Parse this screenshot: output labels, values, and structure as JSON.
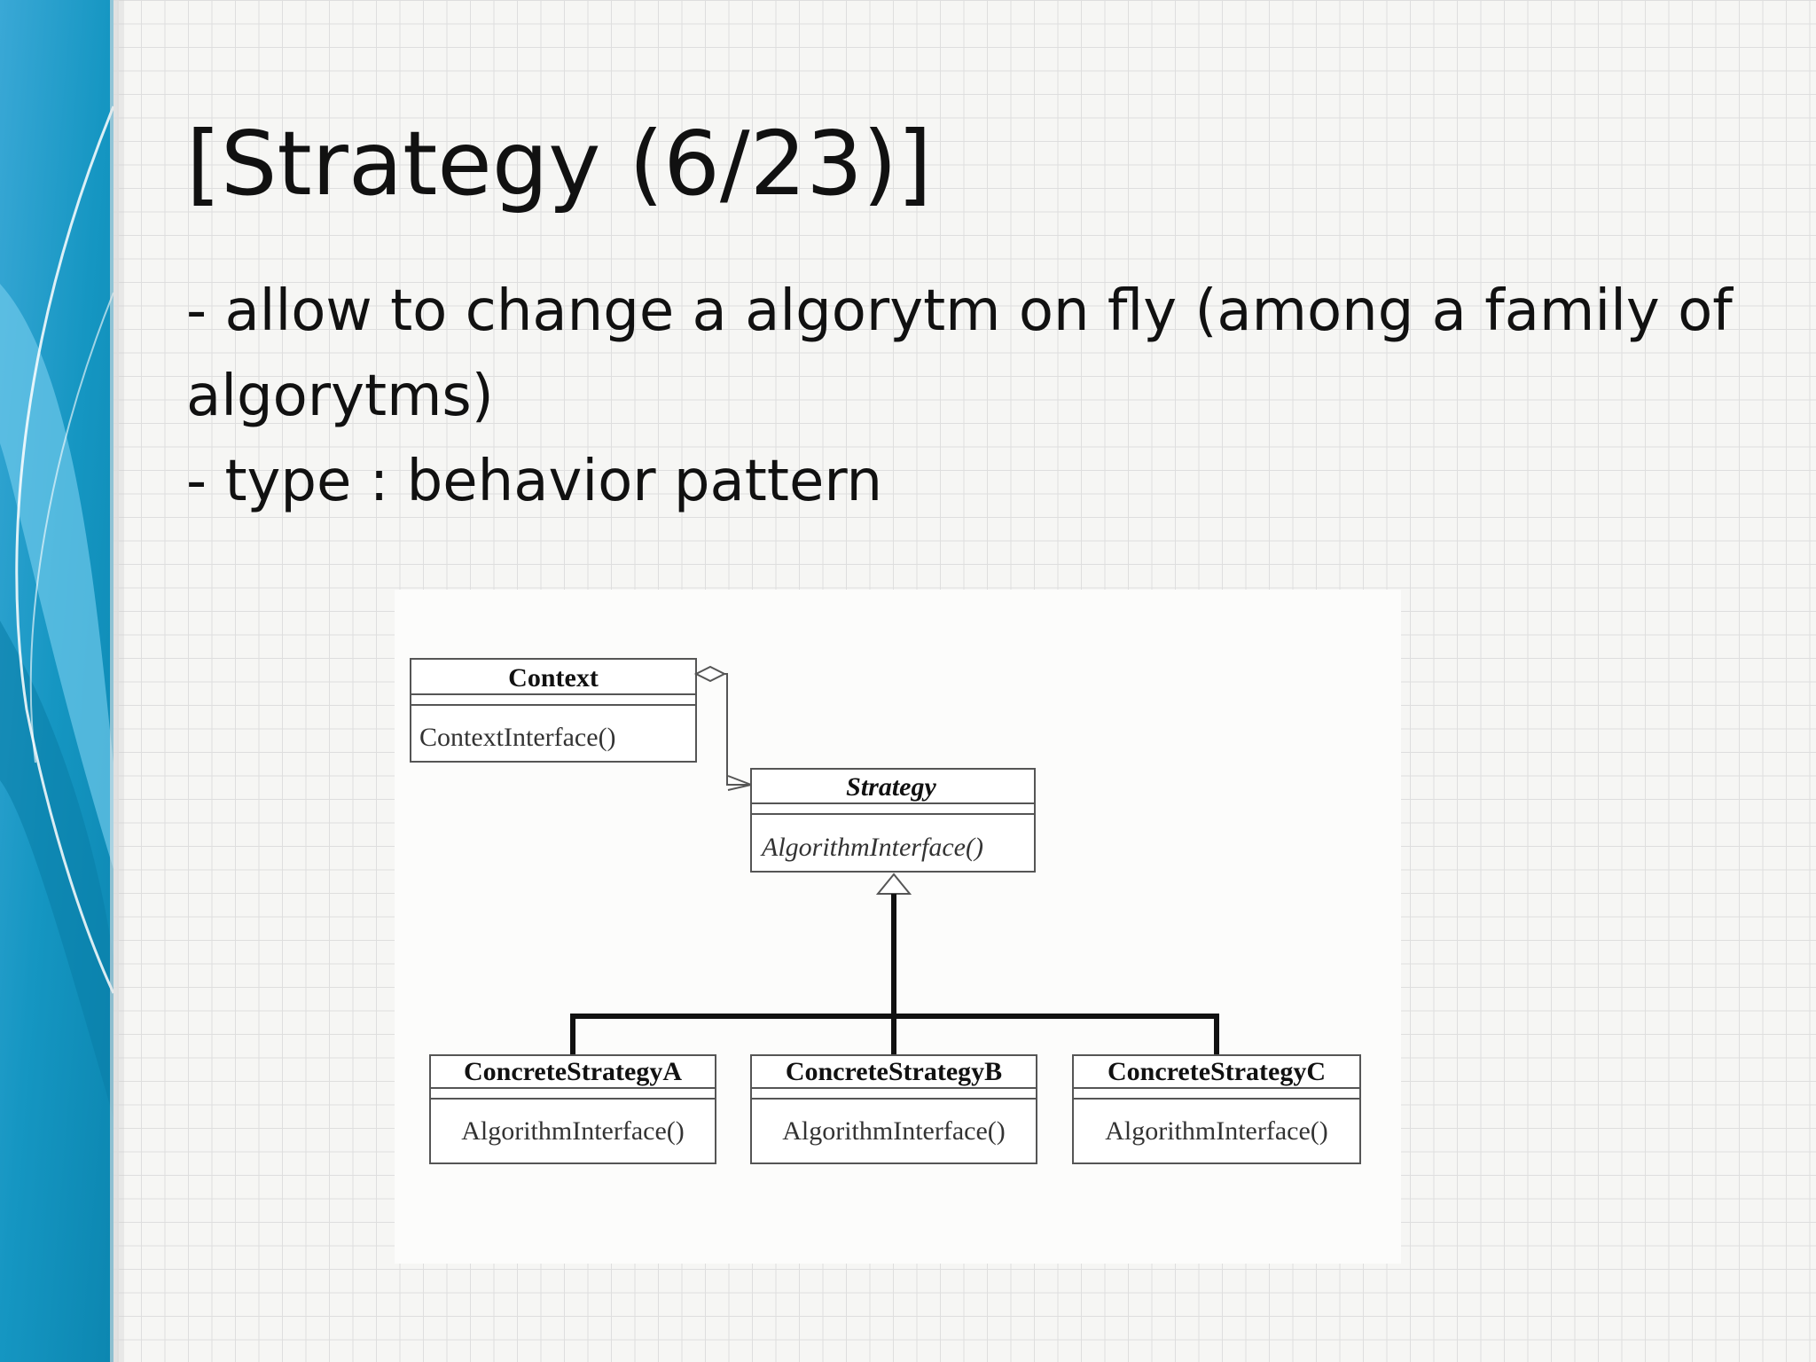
{
  "slide": {
    "title": "[Strategy (6/23)]",
    "bullets": [
      "- allow to change a algorytm on fly (among a family of algorytms)",
      "- type : behavior pattern"
    ]
  },
  "diagram": {
    "classes": {
      "context": {
        "name": "Context",
        "method": "ContextInterface()"
      },
      "strategy": {
        "name": "Strategy",
        "method": "AlgorithmInterface()"
      },
      "concrete_a": {
        "name": "ConcreteStrategyA",
        "method": "AlgorithmInterface()"
      },
      "concrete_b": {
        "name": "ConcreteStrategyB",
        "method": "AlgorithmInterface()"
      },
      "concrete_c": {
        "name": "ConcreteStrategyC",
        "method": "AlgorithmInterface()"
      }
    }
  },
  "colors": {
    "sidebar_dark": "#0d8fb8",
    "sidebar_light": "#5fc3e6",
    "text": "#111111",
    "grid": "#dedede"
  }
}
